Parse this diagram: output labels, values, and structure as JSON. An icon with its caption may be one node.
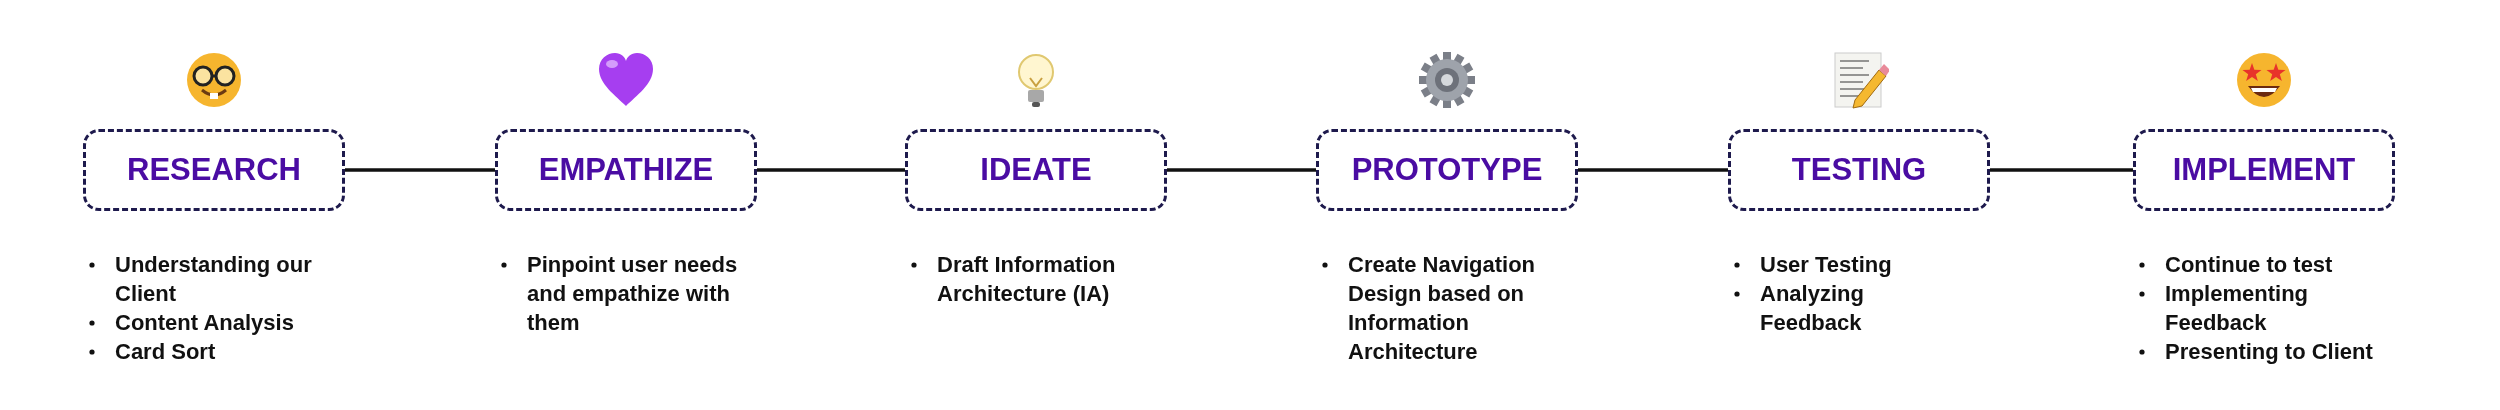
{
  "diagram": {
    "nodes": [
      {
        "text": [
          "RESEARCH"
        ],
        "beside": [
          "Understanding our Client",
          "Content Analysis",
          "Card Sort"
        ]
      },
      {
        "text": [
          "EMPATHIZE"
        ],
        "beside": [
          "Pinpoint user needs and empathize with them"
        ]
      },
      {
        "text": [
          "IDEATE"
        ],
        "beside": [
          "Draft Information Architecture (IA)"
        ]
      },
      {
        "text": [
          "PROTOTYPE"
        ],
        "beside": [
          "Create Navigation Design based on Information Architecture"
        ]
      },
      {
        "text": [
          "TESTING"
        ],
        "beside": [
          "User Testing",
          "Analyzing Feedback"
        ]
      },
      {
        "text": [
          "IMPLEMENT"
        ],
        "beside": [
          "Continue to test",
          "Implementing Feedback",
          "Presenting to Client"
        ]
      }
    ],
    "edges": [
      {
        "from": 0,
        "to": 1,
        "arrow": "none"
      },
      {
        "from": 1,
        "to": 2,
        "arrow": "none"
      },
      {
        "from": 2,
        "to": 3,
        "arrow": "none"
      },
      {
        "from": 3,
        "to": 4,
        "arrow": "none"
      },
      {
        "from": 4,
        "to": 5,
        "arrow": "none"
      }
    ]
  }
}
